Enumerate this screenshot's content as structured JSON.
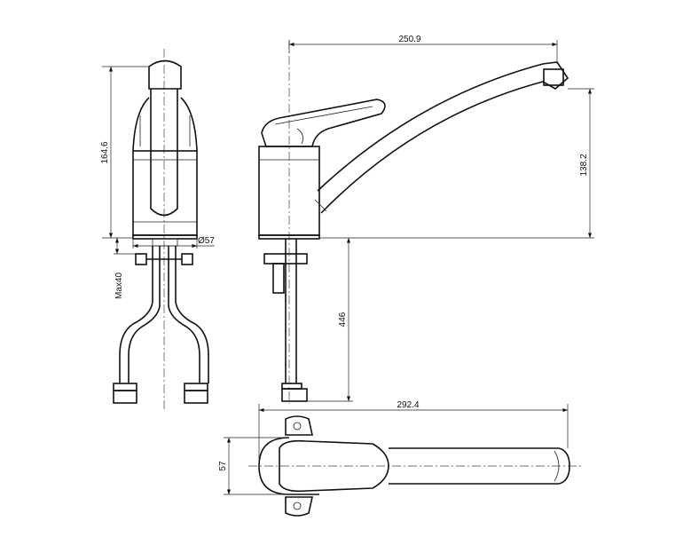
{
  "dimensions": {
    "spout_reach": "250.9",
    "total_height": "164.6",
    "spout_height": "138.2",
    "base_diameter": "Ø57",
    "max_counter_thickness": "Max40",
    "hose_length": "446",
    "total_length_top": "292.4",
    "base_width_top": "57"
  }
}
